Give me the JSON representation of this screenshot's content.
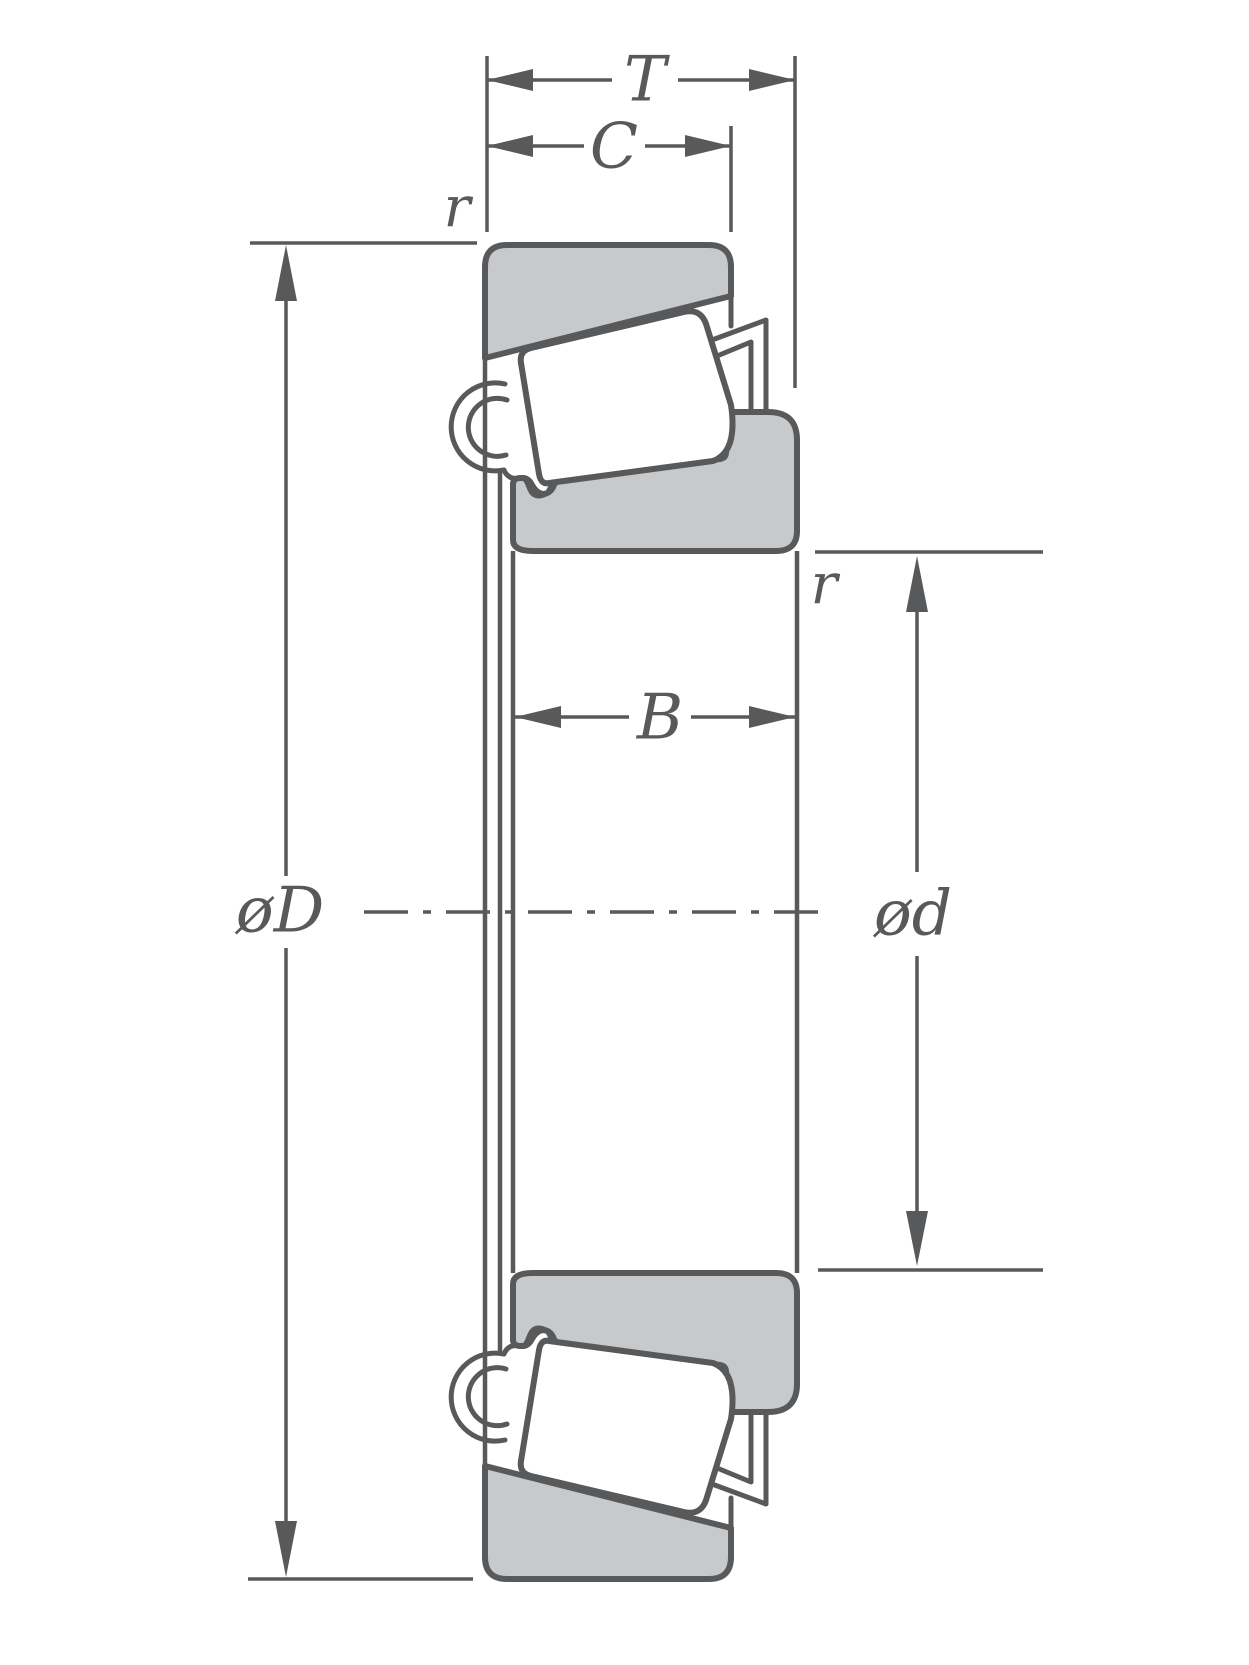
{
  "diagram": {
    "description": "Tapered roller bearing cross-section dimension drawing",
    "colors": {
      "stroke": "#58595b",
      "fill_grey": "#c8c9ca",
      "background": "#ffffff"
    },
    "dimension_labels": {
      "overall_width": "T",
      "cup_width": "C",
      "cone_width": "B",
      "outer_diameter": "øD",
      "bore_diameter": "ød",
      "corner_radius_top_left": "r",
      "corner_radius_right": "r"
    }
  }
}
